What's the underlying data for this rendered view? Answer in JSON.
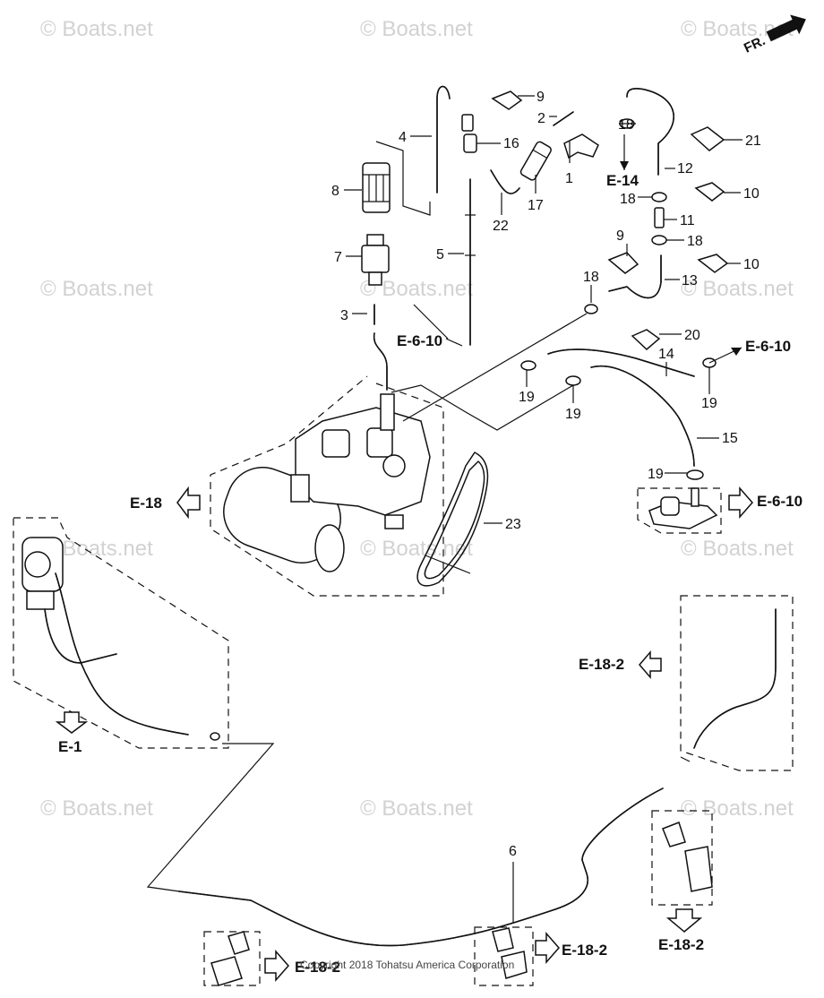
{
  "watermark": "© Boats.net",
  "copyright": "Copyright 2018 Tohatsu America Corporation",
  "direction_label": "FR.",
  "parts": [
    {
      "num": "1"
    },
    {
      "num": "2"
    },
    {
      "num": "3"
    },
    {
      "num": "4"
    },
    {
      "num": "5"
    },
    {
      "num": "6"
    },
    {
      "num": "7"
    },
    {
      "num": "8"
    },
    {
      "num": "9"
    },
    {
      "num": "9"
    },
    {
      "num": "10"
    },
    {
      "num": "10"
    },
    {
      "num": "11"
    },
    {
      "num": "12"
    },
    {
      "num": "13"
    },
    {
      "num": "14"
    },
    {
      "num": "15"
    },
    {
      "num": "16"
    },
    {
      "num": "17"
    },
    {
      "num": "18"
    },
    {
      "num": "18"
    },
    {
      "num": "18"
    },
    {
      "num": "18"
    },
    {
      "num": "19"
    },
    {
      "num": "19"
    },
    {
      "num": "19"
    },
    {
      "num": "19"
    },
    {
      "num": "20"
    },
    {
      "num": "21"
    },
    {
      "num": "22"
    },
    {
      "num": "23"
    }
  ],
  "references": [
    {
      "label": "E-6-10"
    },
    {
      "label": "E-14"
    },
    {
      "label": "E-6-10"
    },
    {
      "label": "E-6-10"
    },
    {
      "label": "E-18"
    },
    {
      "label": "E-1"
    },
    {
      "label": "E-18-2"
    },
    {
      "label": "E-18-2"
    },
    {
      "label": "E-18-2"
    },
    {
      "label": "E-18-2"
    }
  ]
}
